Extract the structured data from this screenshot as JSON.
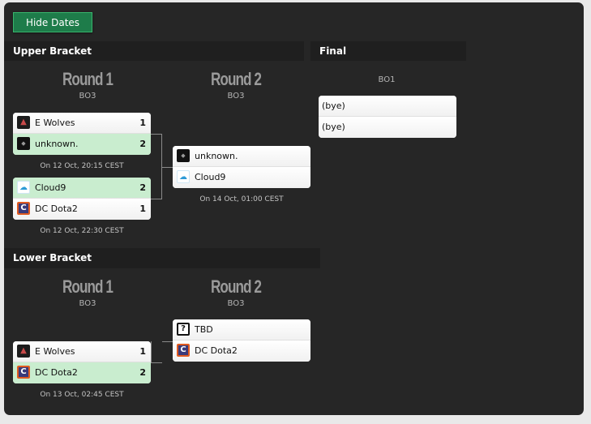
{
  "toolbar": {
    "hide_dates_label": "Hide Dates"
  },
  "upper": {
    "header": "Upper Bracket",
    "round1": {
      "title": "Round 1",
      "bo": "BO3"
    },
    "round2": {
      "title": "Round 2",
      "bo": "BO3"
    },
    "matches": [
      {
        "team1": "E Wolves",
        "score1": "1",
        "team2": "unknown.",
        "score2": "2",
        "date": "On 12 Oct, 20:15 CEST"
      },
      {
        "team1": "Cloud9",
        "score1": "2",
        "team2": "DC Dota2",
        "score2": "1",
        "date": "On 12 Oct, 22:30 CEST"
      },
      {
        "team1": "unknown.",
        "team2": "Cloud9",
        "date": "On 14 Oct, 01:00 CEST"
      }
    ]
  },
  "final": {
    "header": "Final",
    "bo": "BO1",
    "team1": "(bye)",
    "team2": "(bye)"
  },
  "lower": {
    "header": "Lower Bracket",
    "round1": {
      "title": "Round 1",
      "bo": "BO3"
    },
    "round2": {
      "title": "Round 2",
      "bo": "BO3"
    },
    "matches": [
      {
        "team1": "E Wolves",
        "score1": "1",
        "team2": "DC Dota2",
        "score2": "2",
        "date": "On 13 Oct, 02:45 CEST"
      },
      {
        "team1": "TBD",
        "team2": "DC Dota2"
      }
    ]
  },
  "icons": {
    "e_wolves": "wolf-logo-icon",
    "unknown": "unknown-team-logo-icon",
    "cloud9": "cloud9-logo-icon",
    "dc_dota2": "dc-dota2-logo-icon",
    "tbd": "question-mark-icon"
  },
  "colors": {
    "panel_bg": "#262626",
    "button_green": "#1e7c4a",
    "winner_bg": "#c9edcf"
  }
}
